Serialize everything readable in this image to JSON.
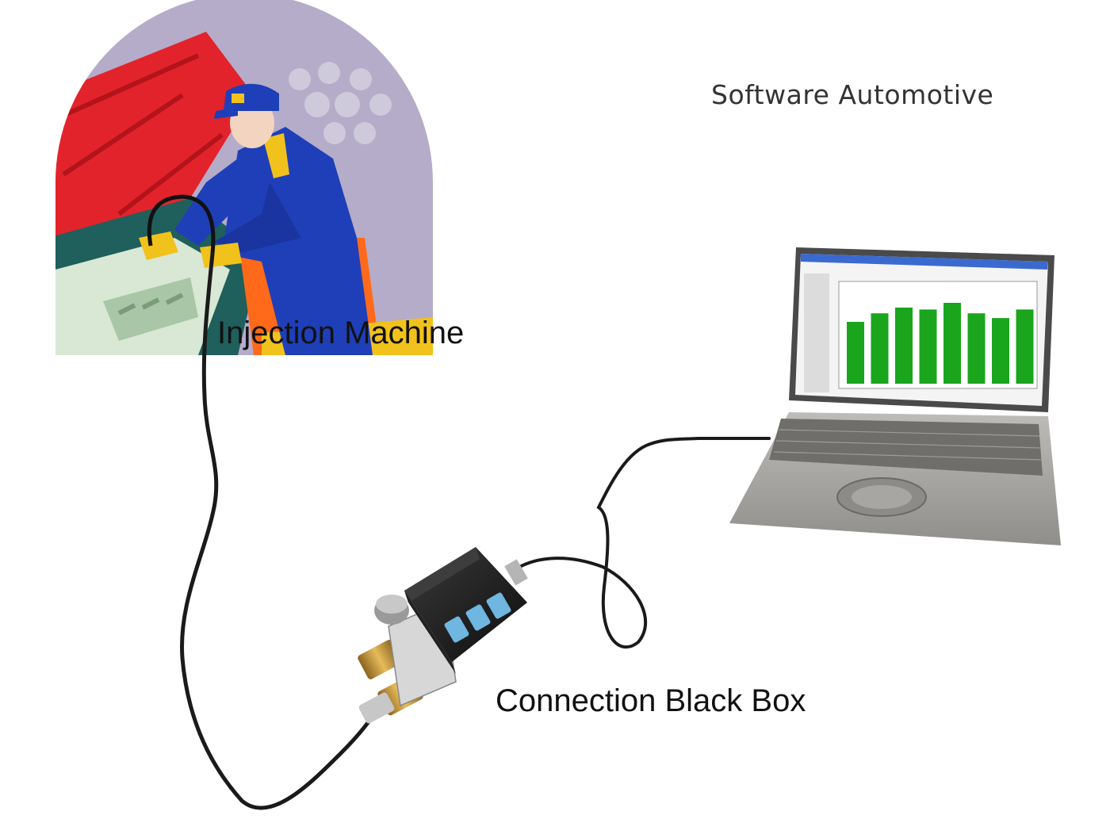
{
  "labels": {
    "software": "Software Automotive",
    "injection_machine": "Injection Machine",
    "black_box": "Connection Black Box"
  },
  "colors": {
    "sky": "#b4acc9",
    "car_red": "#e3232b",
    "overall_blue": "#1f3fb8",
    "glove_yellow": "#f2c21c",
    "bar_green": "#1aa51d",
    "laptop_grey": "#a9a8a5",
    "box_black": "#1a1a1a",
    "brass": "#c99a3b",
    "cable": "#1a1a1a"
  },
  "icons": [
    "mechanic-illustration",
    "laptop-icon",
    "black-box-device-icon"
  ],
  "laptop_screen_chart": {
    "type": "bar",
    "values": [
      0.65,
      0.74,
      0.8,
      0.78,
      0.85,
      0.74,
      0.69,
      0.78
    ]
  }
}
